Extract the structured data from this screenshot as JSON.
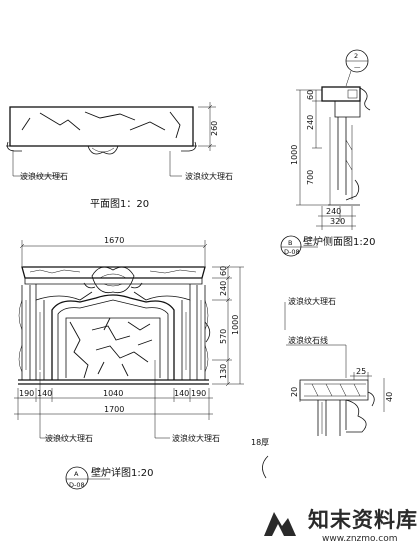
{
  "plan": {
    "title": "平面图1：20",
    "dim_depth": "260",
    "label_left": "波浪纹大理石",
    "label_right": "波浪纹大理石"
  },
  "section": {
    "callout_top": "2",
    "callout_bottom": "—",
    "dims_left": [
      "60",
      "240",
      "1000",
      "700"
    ],
    "dims_bottom": [
      "240",
      "320"
    ],
    "callout_letter": "B",
    "callout_sheet": "D-08",
    "title": "壁炉侧面图1:20"
  },
  "elevation": {
    "dim_top": "1670",
    "dims_right": [
      "60",
      "240",
      "1000",
      "570",
      "130"
    ],
    "dims_bottom_parts": [
      "190",
      "140",
      "1040",
      "140",
      "190"
    ],
    "dim_bottom_total": "1700",
    "label_left": "波浪纹大理石",
    "label_right": "波浪纹大理石",
    "callout_letter": "A",
    "callout_sheet": "D-08",
    "title": "壁炉详图1:20"
  },
  "detail": {
    "label_top": "波浪纹大理石",
    "label_mid": "波浪纹石线",
    "dim_left": "20",
    "dim_top": "25",
    "dim_right": "40",
    "fragment_text": "18厚"
  },
  "watermark": {
    "text": "知末资料库",
    "url": "www.znzmo.com"
  }
}
